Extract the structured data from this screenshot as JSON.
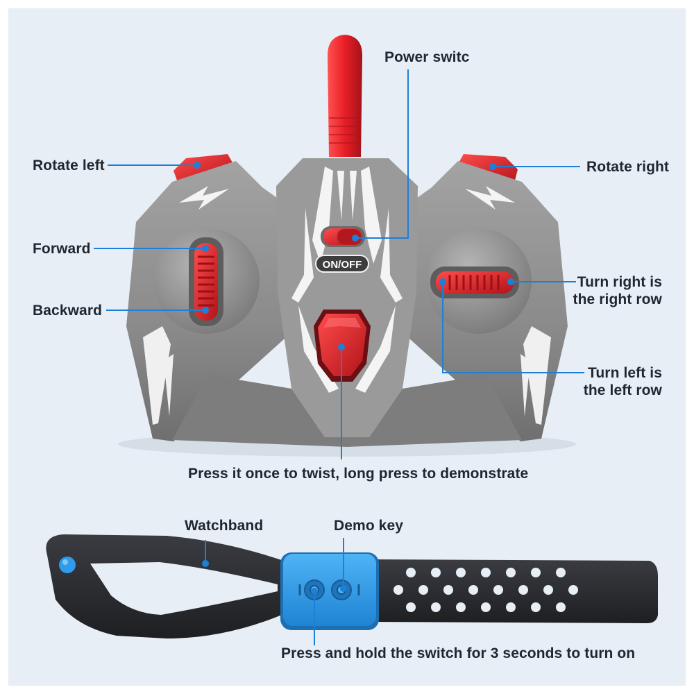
{
  "labels": {
    "power_switch": "Power switc",
    "rotate_left": "Rotate left",
    "rotate_right": "Rotate right",
    "forward": "Forward",
    "backward": "Backward",
    "turn_right_1": "Turn right is",
    "turn_right_2": "the right row",
    "turn_left_1": "Turn left is",
    "turn_left_2": "the left row",
    "demo_press": "Press it once to twist, long press to demonstrate",
    "watchband": "Watchband",
    "demo_key": "Demo key",
    "press_hold": "Press and hold the switch for 3 seconds to turn on"
  },
  "controller": {
    "switch_text": "ON/OFF"
  },
  "colors": {
    "background": "#e7eef6",
    "leader": "#1e7fd6",
    "controller_body": "#8e8e8e",
    "red_accent": "#e3232b",
    "band": "#2b2d31",
    "watch_module": "#2f9bea"
  }
}
